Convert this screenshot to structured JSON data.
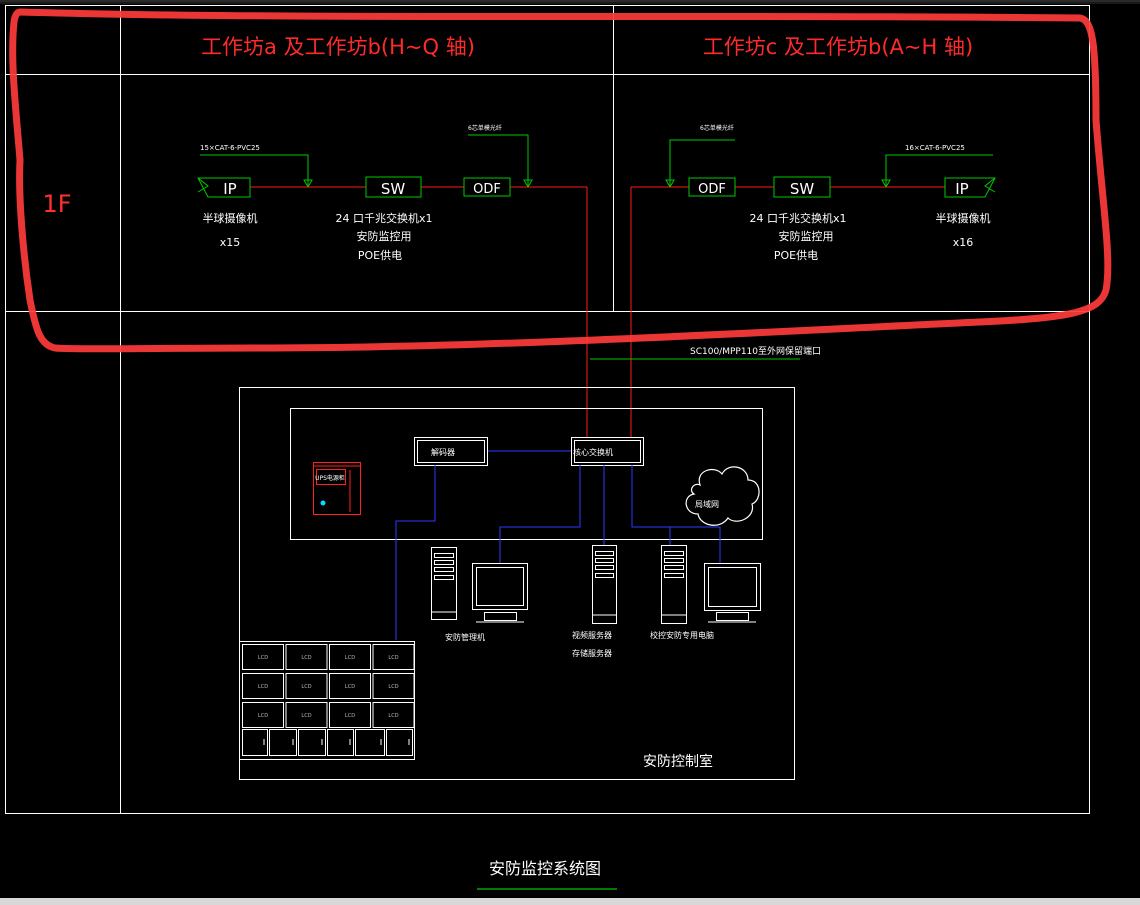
{
  "colors": {
    "background": "#000000",
    "frame": "#ffffff",
    "heading_red": "#ff2a2a",
    "signal_green": "#00c800",
    "cable_red": "#ff1a1a",
    "network_blue": "#2a3cff",
    "ups_red": "#ff2020",
    "annotation_red": "#ff3b3b"
  },
  "headings": {
    "left": "工作坊a 及工作坊b(H~Q 轴)",
    "right": "工作坊c 及工作坊b(A~H 轴)"
  },
  "floor_label": "1F",
  "left_zone": {
    "cable_spec": "15×CAT-6-PVC25",
    "fiber_note": "6芯单模光纤",
    "ip_box": "IP",
    "sw_box": "SW",
    "odf_box": "ODF",
    "camera_name": "半球摄像机",
    "camera_count": "x15",
    "switch_line1": "24 口千兆交换机x1",
    "switch_line2": "安防监控用",
    "switch_line3": "POE供电"
  },
  "right_zone": {
    "cable_spec": "16×CAT-6-PVC25",
    "fiber_note": "6芯单模光纤",
    "ip_box": "IP",
    "sw_box": "SW",
    "odf_box": "ODF",
    "camera_name": "半球摄像机",
    "camera_count": "x16",
    "switch_line1": "24 口千兆交换机x1",
    "switch_line2": "安防监控用",
    "switch_line3": "POE供电"
  },
  "trunk_label": "SC100/MPP110至外网保留端口",
  "control_room": {
    "decoder": "解码器",
    "core_switch": "核心交换机",
    "ups": "UPS电源柜",
    "lan_cloud": "局域网",
    "workstation1": "安防管理机",
    "server_line1": "视频服务器",
    "server_line2": "存储服务器",
    "workstation2": "校控安防专用电脑",
    "room_name": "安防控制室"
  },
  "tv_wall_screen_label": "LCD",
  "drawing_title": "安防监控系统图"
}
